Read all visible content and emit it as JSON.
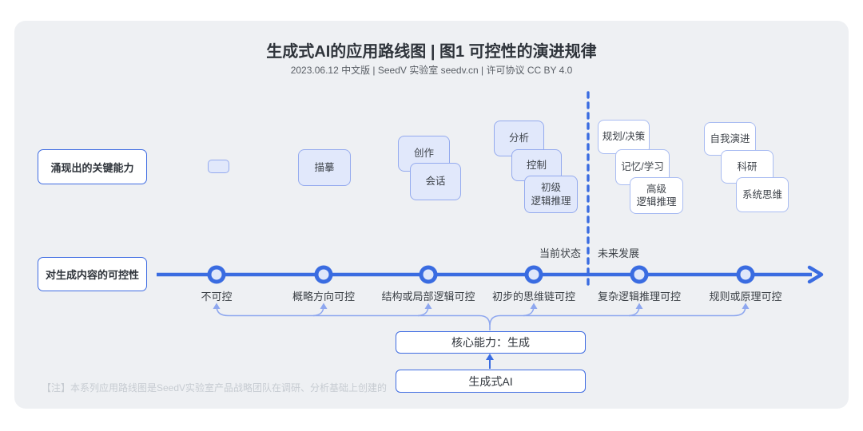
{
  "theme": {
    "accent": "#3a6ce1",
    "box_border": "#94aaee",
    "box_fill": "#e1e8fb",
    "bracket_color": "#8ea7ef",
    "card_bg": "#eef0f3"
  },
  "header": {
    "title": "生成式AI的应用路线图 | 图1 可控性的演进规律",
    "subtitle": "2023.06.12 中文版 | SeedV 实验室 seedv.cn | 许可协议 CC BY 4.0"
  },
  "rows": {
    "capabilities_label": "涌现出的关键能力",
    "controllability_label": "对生成内容的可控性"
  },
  "capabilities": {
    "stage2": {
      "trace": "描摹"
    },
    "stage3": {
      "create": "创作",
      "conversation": "会话"
    },
    "stage4": {
      "analysis": "分析",
      "control": "控制",
      "basic_logic_line1": "初级",
      "basic_logic_line2": "逻辑推理"
    },
    "stage5": {
      "planning": "规划/决策",
      "memory": "记忆/学习",
      "advanced_logic_line1": "高级",
      "advanced_logic_line2": "逻辑推理"
    },
    "stage6": {
      "self_evolve": "自我演进",
      "research": "科研",
      "system_thinking": "系统思维"
    }
  },
  "timeline": {
    "milestones": [
      "不可控",
      "概略方向可控",
      "结构或局部逻辑可控",
      "初步的思维链可控",
      "复杂逻辑推理可控",
      "规则或原理可控"
    ],
    "current_label": "当前状态",
    "future_label": "未来发展"
  },
  "bottom": {
    "core_capability": "核心能力：生成",
    "base": "生成式AI"
  },
  "footer": {
    "note": "【注】本系列应用路线图是SeedV实验室产品战略团队在调研、分析基础上创建的"
  }
}
